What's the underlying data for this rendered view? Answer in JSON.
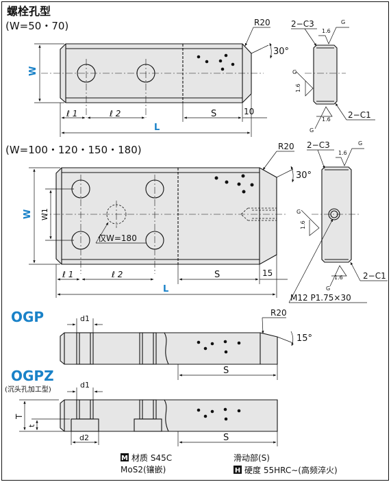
{
  "section1": {
    "title": "螺栓孔型",
    "widths": "(W=50・70)"
  },
  "section2": {
    "widths": "(W=100・120・150・180)",
    "note_w180": "仅W=180",
    "thread_label": "M12 P1.75×30"
  },
  "labels": {
    "radius": "R20",
    "angle30": "30°",
    "angle15": "15°",
    "dim_w": "W",
    "dim_w1": "W1",
    "dim_l": "L",
    "dim_l1": "ℓ 1",
    "dim_l2": "ℓ 2",
    "dim_s": "S",
    "dim_10": "10",
    "dim_15": "15",
    "chamfer_c3": "2−C3",
    "chamfer_c1": "2−C1",
    "grind": "G",
    "roughness": "1.6",
    "dim_t_upper": "T",
    "dim_t_lower": "t",
    "dim_d1": "d1",
    "dim_d2": "d2"
  },
  "ogp": {
    "title": "OGP"
  },
  "ogpz": {
    "title": "OGPZ",
    "subtitle": "(沉头孔加工型)"
  },
  "specs": {
    "material_icon": "M",
    "material": "材质  S45C",
    "lubricant": "MoS2(镶嵌)",
    "slide": "滑动部(S)",
    "hardness_icon": "H",
    "hardness": "硬度   55HRC∼(高频淬火)"
  },
  "colors": {
    "accent": "#1a82c8",
    "line": "#111111",
    "plate": "#e6e6e6",
    "dot": "#111111"
  }
}
